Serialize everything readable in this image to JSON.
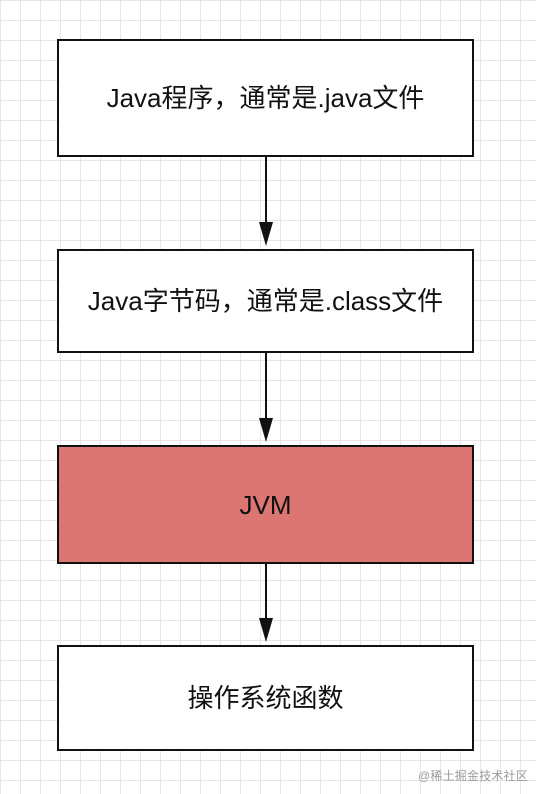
{
  "flow": {
    "steps": [
      {
        "label": "Java程序，通常是.java文件"
      },
      {
        "label": "Java字节码，通常是.class文件"
      },
      {
        "label": "JVM"
      },
      {
        "label": "操作系统函数"
      }
    ],
    "colors": {
      "highlight_fill": "#db7673",
      "stroke": "#111111",
      "node_fill": "#ffffff"
    }
  },
  "watermark": {
    "text": "@稀土掘金技术社区"
  }
}
